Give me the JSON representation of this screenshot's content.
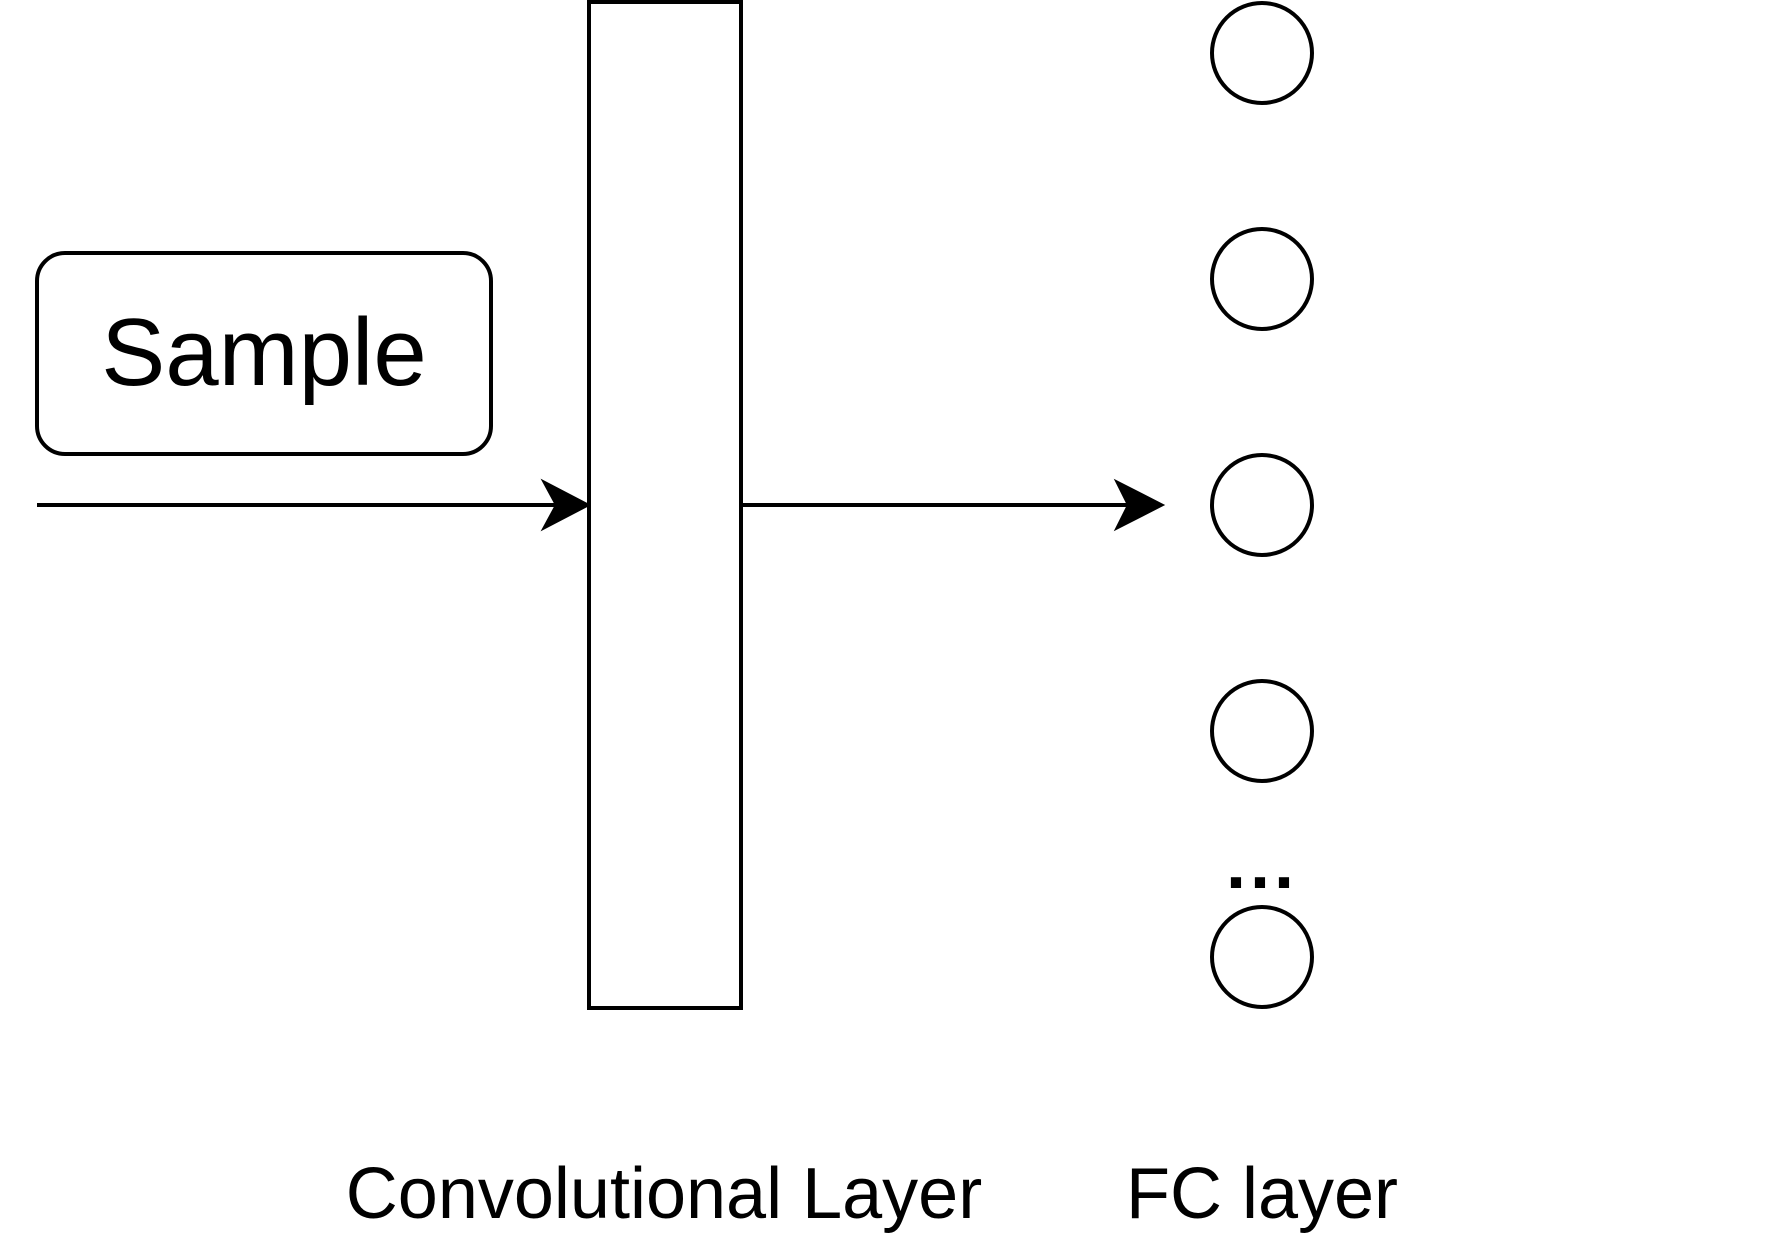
{
  "diagram": {
    "input_box": {
      "label": "Sample"
    },
    "conv_layer": {
      "label": "Convolutional Layer"
    },
    "fc_layer": {
      "label": "FC layer",
      "ellipsis": "...",
      "nodes_shown": 5
    },
    "colors": {
      "stroke": "#000000",
      "background": "#ffffff"
    }
  }
}
